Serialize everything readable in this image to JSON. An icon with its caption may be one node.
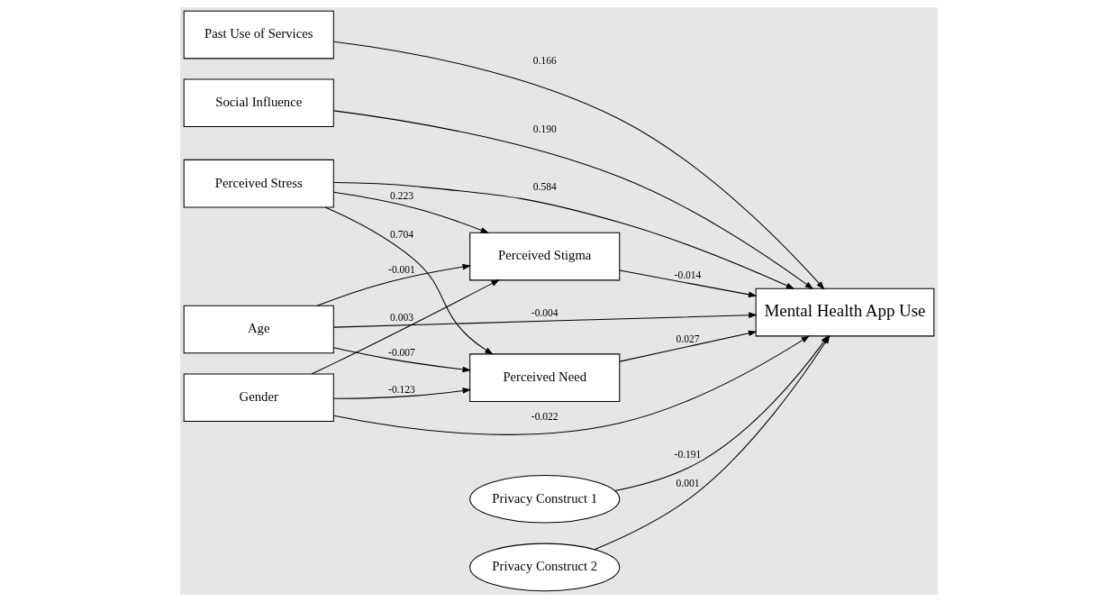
{
  "diagram": {
    "nodes": [
      {
        "text": [
          "Age"
        ]
      },
      {
        "text": [
          "Perceived Stress"
        ]
      },
      {
        "text": [
          "Past Use of Services"
        ]
      },
      {
        "text": [
          "Gender"
        ]
      },
      {
        "text": [
          "Social Influence"
        ]
      },
      {
        "text": [
          "Perceived Need"
        ]
      },
      {
        "text": [
          "Perceived Stigma"
        ]
      },
      {
        "text": [
          "Mental Health App Use"
        ]
      },
      {
        "text": [
          "Privacy Construct 1"
        ]
      },
      {
        "text": [
          "Privacy Construct 2"
        ]
      }
    ],
    "edges": [
      {
        "from": 0,
        "to": 5,
        "arrow": "to",
        "label": "-0.007"
      },
      {
        "from": 0,
        "to": 6,
        "arrow": "to",
        "label": "-0.001"
      },
      {
        "from": 0,
        "to": 7,
        "arrow": "to",
        "label": "-0.004"
      },
      {
        "from": 1,
        "to": 5,
        "arrow": "to",
        "label": "0.704"
      },
      {
        "from": 1,
        "to": 6,
        "arrow": "to",
        "label": "0.223"
      },
      {
        "from": 1,
        "to": 7,
        "arrow": "to",
        "label": "0.584"
      },
      {
        "from": 2,
        "to": 7,
        "arrow": "to",
        "label": "0.166"
      },
      {
        "from": 3,
        "to": 5,
        "arrow": "to",
        "label": "-0.123"
      },
      {
        "from": 3,
        "to": 6,
        "arrow": "to",
        "label": "0.003"
      },
      {
        "from": 3,
        "to": 7,
        "arrow": "to",
        "label": "-0.022"
      },
      {
        "from": 4,
        "to": 7,
        "arrow": "to",
        "label": "0.190"
      },
      {
        "from": 5,
        "to": 7,
        "arrow": "to",
        "label": "0.027"
      },
      {
        "from": 6,
        "to": 7,
        "arrow": "to",
        "label": "-0.014"
      },
      {
        "from": 8,
        "to": 7,
        "arrow": "to",
        "label": "-0.191"
      },
      {
        "from": 9,
        "to": 7,
        "arrow": "to",
        "label": "0.001"
      }
    ]
  }
}
